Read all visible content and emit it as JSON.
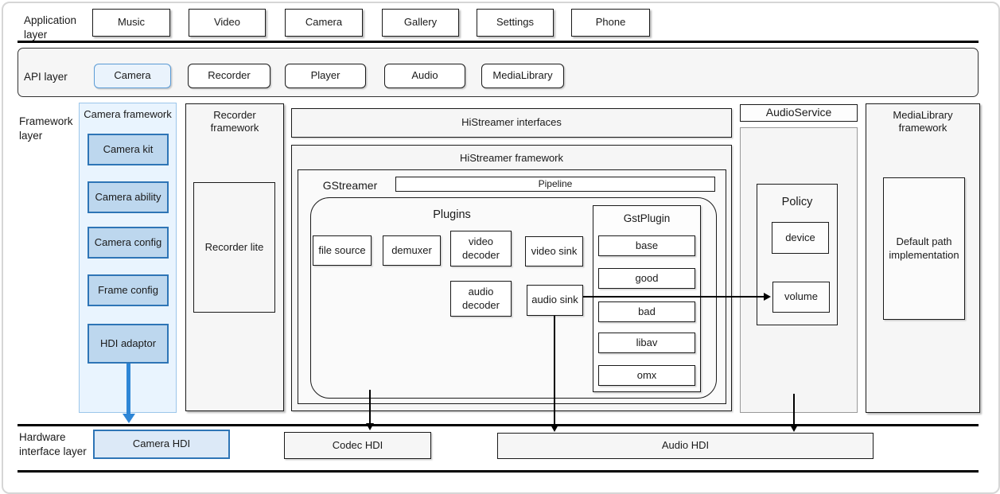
{
  "colors": {
    "accent_blue": "#2e75b6",
    "module_blue_fill": "#bdd7ee",
    "camera_framework_bg": "#e9f4fe",
    "camera_hdi_fill": "#dce9f7",
    "api_camera_fill": "#eaf3fc",
    "api_camera_border": "#5b9bd5",
    "container_gray": "#f6f6f6",
    "arrow_blue": "#2e86d6"
  },
  "application_layer": {
    "label": "Application\nlayer",
    "apps": [
      "Music",
      "Video",
      "Camera",
      "Gallery",
      "Settings",
      "Phone"
    ]
  },
  "api_layer": {
    "label": "API layer",
    "items": [
      "Camera",
      "Recorder",
      "Player",
      "Audio",
      "MediaLibrary"
    ],
    "highlighted_item": "Camera"
  },
  "framework_layer": {
    "label": "Framework\nlayer",
    "camera_framework": {
      "title": "Camera framework",
      "modules": [
        "Camera kit",
        "Camera ability",
        "Camera config",
        "Frame config",
        "HDI adaptor"
      ]
    },
    "recorder_framework": {
      "title": "Recorder\nframework",
      "module": "Recorder lite"
    },
    "histreamer": {
      "interfaces_title": "HiStreamer interfaces",
      "framework_title": "HiStreamer framework",
      "gstreamer_label": "GStreamer",
      "pipeline_label": "Pipeline",
      "plugins_title": "Plugins",
      "plugins": [
        "file source",
        "demuxer",
        "video\ndecoder",
        "video sink",
        "audio\ndecoder",
        "audio sink"
      ],
      "gstplugin_title": "GstPlugin",
      "gstplugin_items": [
        "base",
        "good",
        "bad",
        "libav",
        "omx"
      ]
    },
    "audio_service": {
      "title": "AudioService",
      "policy_title": "Policy",
      "modules": [
        "device",
        "volume"
      ]
    },
    "medialibrary_framework": {
      "title": "MediaLibrary\nframework",
      "module": "Default path\nimplementation"
    }
  },
  "hardware_layer": {
    "label": "Hardware\ninterface layer",
    "items": [
      "Camera HDI",
      "Codec HDI",
      "Audio HDI"
    ]
  }
}
